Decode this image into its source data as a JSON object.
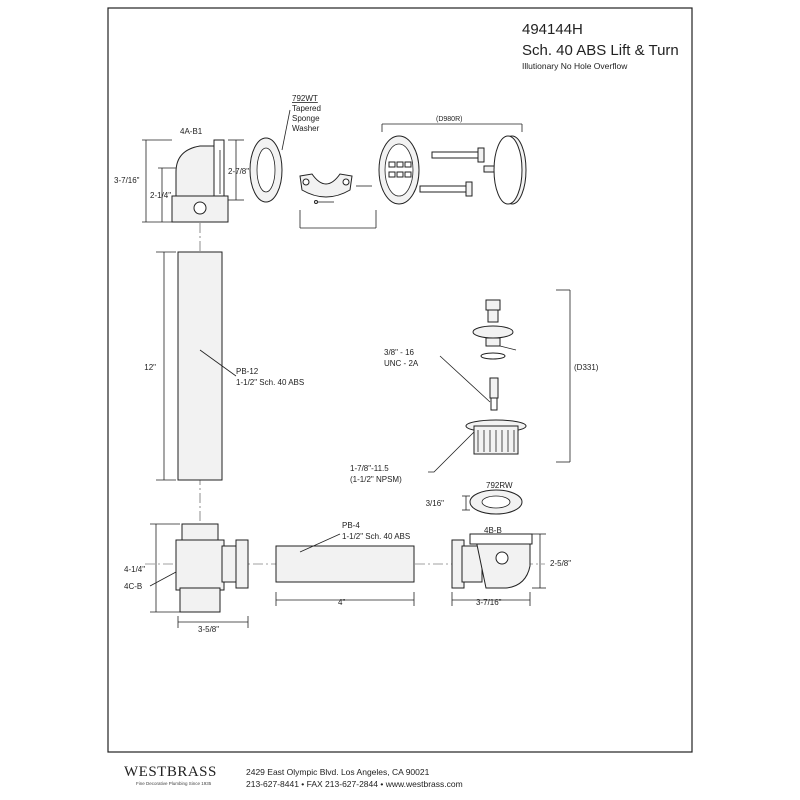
{
  "header": {
    "model": "494144H",
    "title": "Sch. 40 ABS Lift & Turn",
    "subtitle": "Illutionary No Hole Overflow"
  },
  "parts": {
    "elbow_top": "4A-B1",
    "washer_code": "792WT",
    "washer_line1": "Tapered",
    "washer_line2": "Sponge",
    "washer_line3": "Washer",
    "overflow_kit": "(D980R)",
    "tube": "PB-12",
    "tube_desc": "1-1/2\" Sch. 40 ABS",
    "thread_a": "3/8\" - 16",
    "thread_b": "UNC - 2A",
    "drain_kit": "(D331)",
    "thread_c": "1-7/8\"-11.5",
    "thread_d": "(1-1/2\" NPSM)",
    "gasket": "792RW",
    "gasket_thk": "3/16\"",
    "short_tube": "PB-4",
    "short_tube_desc": "1-1/2\" Sch. 40 ABS",
    "tee": "4C-B",
    "shoe": "4B-B"
  },
  "dimensions": {
    "elbow_h_total": "3-7/16\"",
    "elbow_h_lower": "2-1/4\"",
    "washer_h": "2-7/8\"",
    "tube_len": "12\"",
    "tee_h": "4-1/4\"",
    "tee_w": "3-5/8\"",
    "short_len": "4\"",
    "shoe_h": "2-5/8\"",
    "shoe_w": "3-7/16\""
  },
  "footer": {
    "brand": "WESTBRASS",
    "tagline": "Fine Decorative Plumbing Since 1935",
    "address": "2429 East Olympic Blvd. Los Angeles, CA  90021",
    "phone": "213-627-8441 • FAX 213-627-2844 • www.westbrass.com"
  }
}
